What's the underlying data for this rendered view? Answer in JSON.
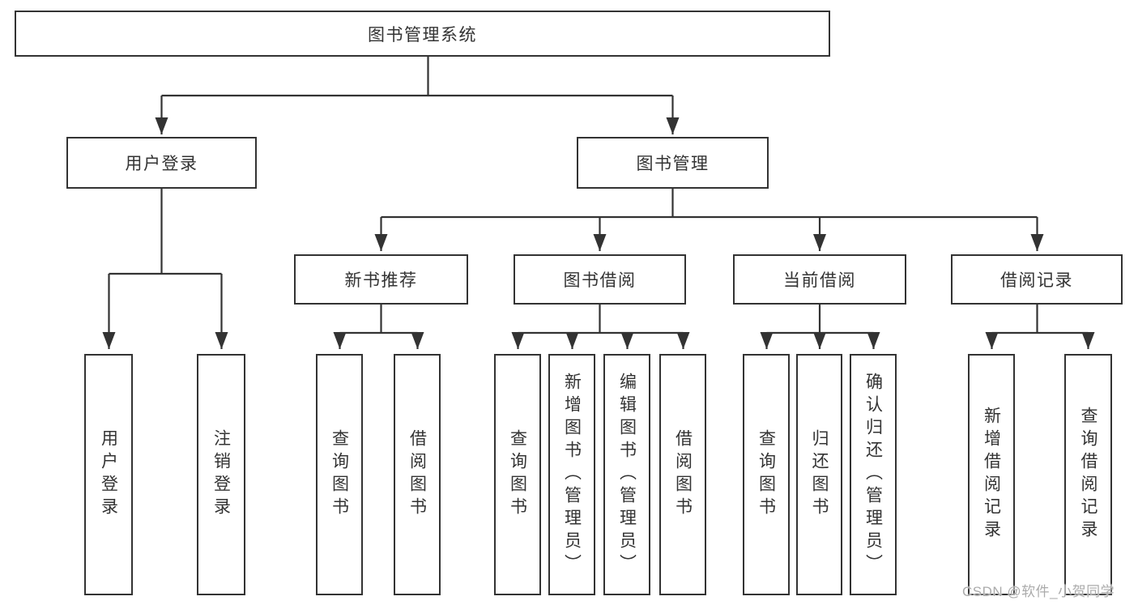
{
  "diagram": {
    "title": "图书管理系统",
    "root": {
      "label": "图书管理系统"
    },
    "level2": {
      "user_login": {
        "label": "用户登录"
      },
      "book_mgmt": {
        "label": "图书管理"
      }
    },
    "level3": {
      "new_book_rec": {
        "label": "新书推荐"
      },
      "book_borrow": {
        "label": "图书借阅"
      },
      "current_borrow": {
        "label": "当前借阅"
      },
      "borrow_records": {
        "label": "借阅记录"
      }
    },
    "leaves": {
      "user_login": "用户登录",
      "logout": "注销登录",
      "rec_query_book": "查询图书",
      "rec_borrow_book": "借阅图书",
      "bb_query_book": "查询图书",
      "bb_add_book": "新增图书（管理员）",
      "bb_edit_book": "编辑图书（管理员）",
      "bb_borrow_book": "借阅图书",
      "cb_query_book": "查询图书",
      "cb_return_book": "归还图书",
      "cb_confirm_return": "确认归还（管理员）",
      "br_add_record": "新增借阅记录",
      "br_query_record": "查询借阅记录"
    }
  },
  "watermark": "CSDN @软件_小贺同学",
  "colors": {
    "line": "#333333",
    "box_border": "#333333",
    "text": "#333333",
    "background": "#ffffff",
    "watermark": "#ababab"
  }
}
